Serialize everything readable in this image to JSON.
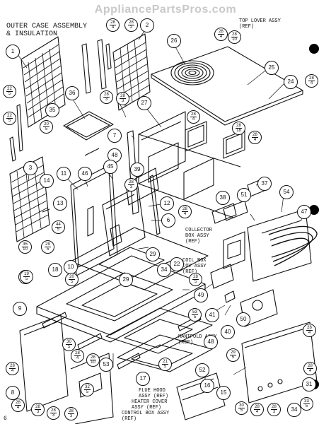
{
  "watermark": "AppliancePartsPros.com",
  "title_line1": "OUTER CASE ASSEMBLY",
  "title_line2": "& INSULATION",
  "assembly_labels": {
    "top_louver_1": "TOP LOVER ASSY",
    "top_louver_2": "(REF)",
    "collector_1": "COLLECTOR",
    "collector_2": "BOX ASSY",
    "collector_3": "(REF)",
    "coil_1": "COIL BOX",
    "coil_2": "COV ASSY",
    "coil_3": "(REF)",
    "manifold_1": "MANIFOLD ASSY",
    "manifold_2": "(REF)",
    "flue_1": "FLUE HOOD",
    "flue_2": "ASSY (REF)",
    "heater_1": "HEATER COVER",
    "heater_2": "ASSY (REF)",
    "control_1": "CONTROL BOX ASSY",
    "control_2": "(REF)"
  },
  "page_number": "6",
  "callouts": {
    "c1": "1",
    "c2": "2",
    "c3": "3",
    "c6": "6",
    "c7": "7",
    "c8": "8",
    "c9": "9",
    "c10": "10",
    "c11": "11",
    "c12": "12",
    "c13": "13",
    "c14": "14",
    "c15": "15",
    "c16": "16",
    "c17": "17",
    "c18": "18",
    "c22": "22",
    "c24": "24",
    "c25": "25",
    "c26": "26",
    "c27": "27",
    "c29a": "29",
    "c29b": "29",
    "c31": "31",
    "c34": "34",
    "c34b": "34",
    "c36": "36",
    "c37": "37",
    "c38": "38",
    "c39": "39",
    "c40": "40",
    "c41": "41",
    "c45": "45",
    "c46": "46",
    "c47": "47",
    "c48": "48",
    "c49": "49",
    "c50": "50",
    "c51": "51",
    "c52": "52",
    "c53": "53",
    "c54": "54",
    "c35": "35",
    "c11b": "19"
  },
  "fractions": {
    "f_28_4": {
      "n": "28",
      "d": "4"
    },
    "f_28_3": {
      "n": "28",
      "d": "3"
    },
    "f_28_2": {
      "n": "28",
      "d": "2"
    },
    "f_20_5": {
      "n": "20",
      "d": "5"
    },
    "f_22_5": {
      "n": "22",
      "d": "5"
    },
    "f_44_5": {
      "n": "44",
      "d": "5"
    },
    "f_35_10": {
      "n": "35",
      "d": "10"
    },
    "f_28_10": {
      "n": "28",
      "d": "10"
    },
    "f_19_5": {
      "n": "19",
      "d": "5"
    },
    "f_21_5": {
      "n": "21",
      "d": "5"
    },
    "f_30_5": {
      "n": "30",
      "d": "5"
    },
    "f_32_5": {
      "n": "32",
      "d": "5"
    },
    "f_33_5": {
      "n": "33",
      "d": "5"
    },
    "f_53_5": {
      "n": "53",
      "d": "5"
    },
    "f_28_5": {
      "n": "28",
      "d": "5"
    },
    "f_29_5": {
      "n": "29",
      "d": "5"
    },
    "f_28_18": {
      "n": "28",
      "d": "18"
    }
  }
}
